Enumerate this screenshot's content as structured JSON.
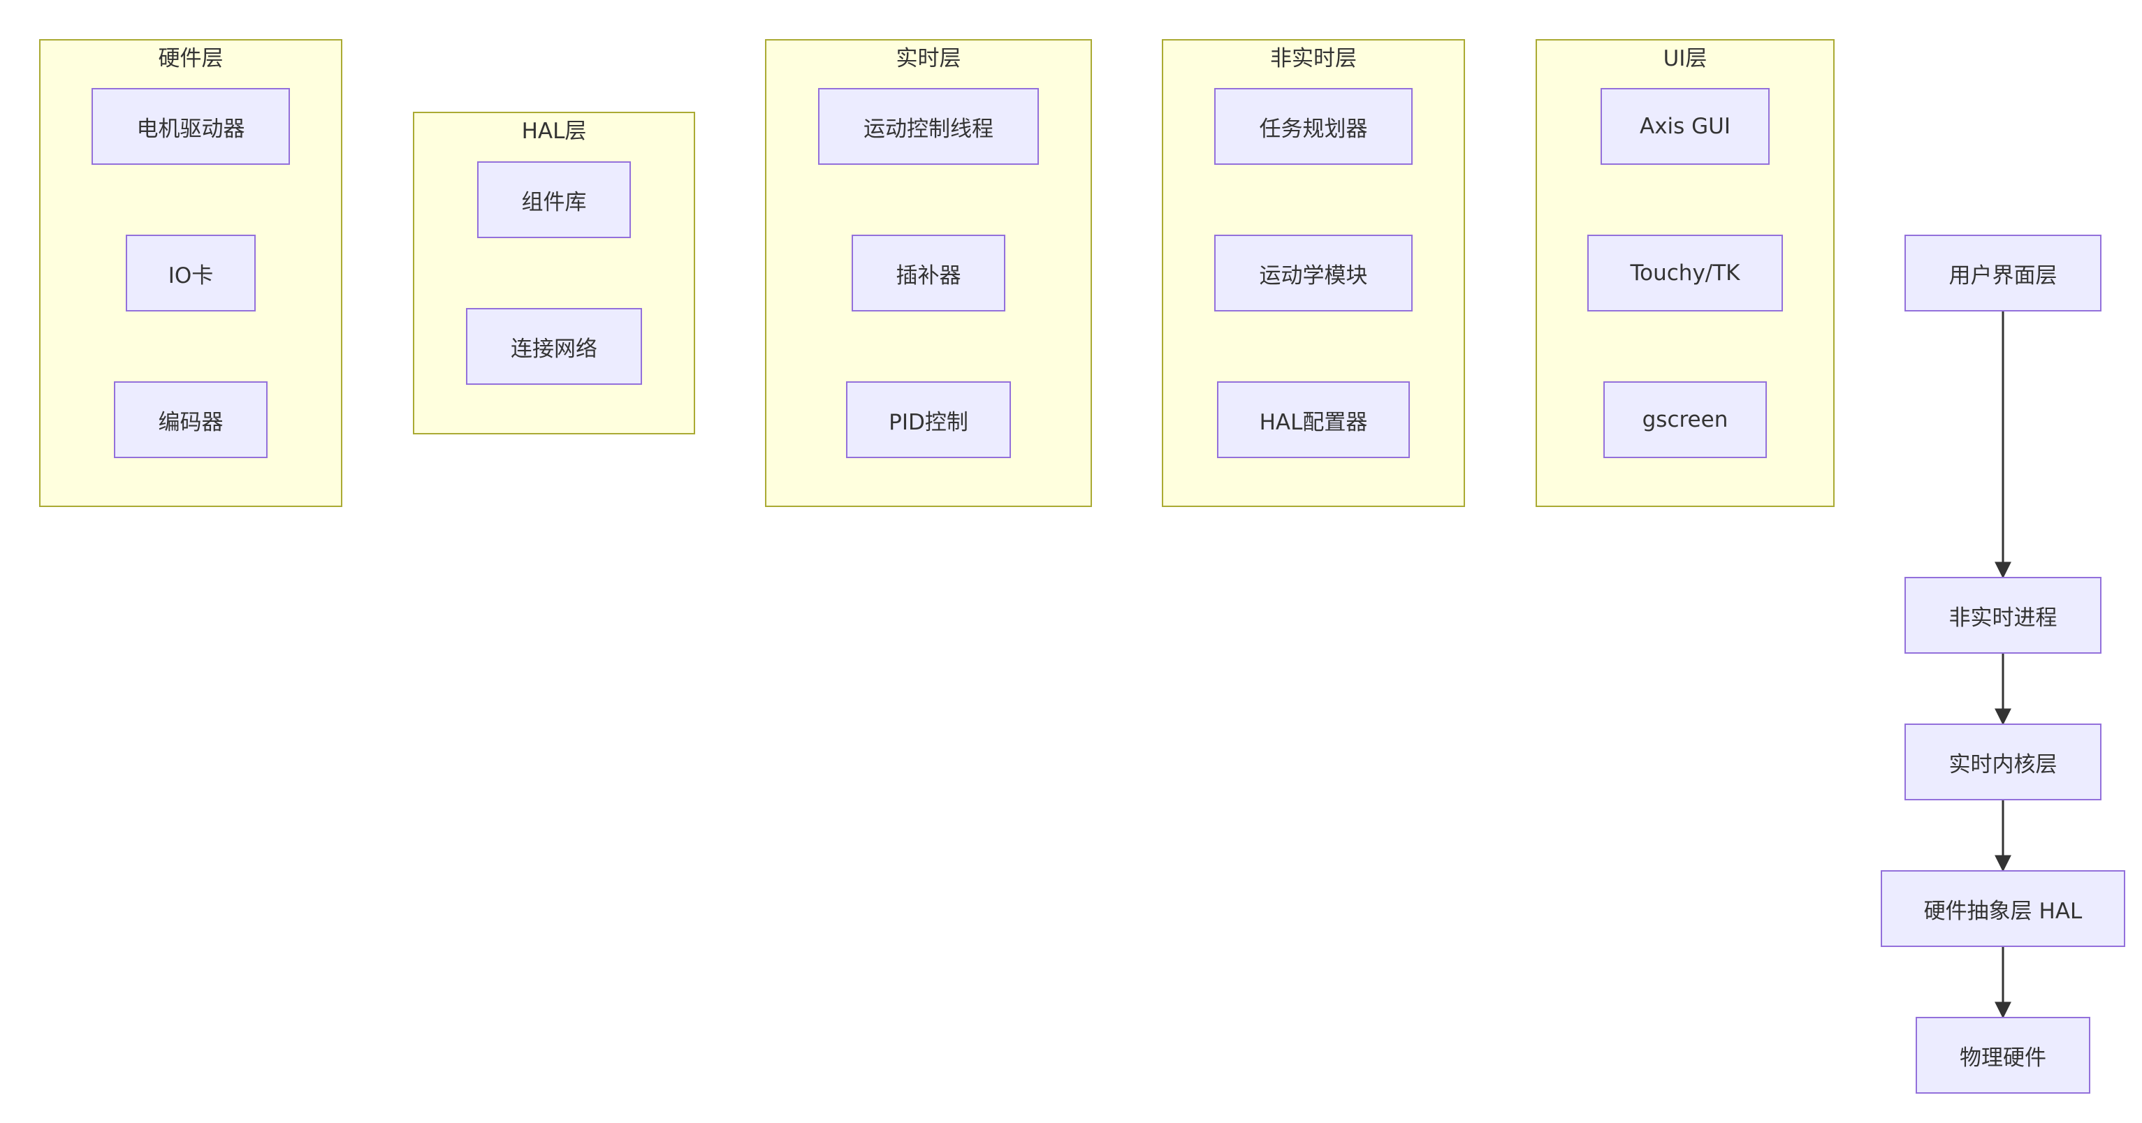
{
  "subgraphs": {
    "hardware": {
      "title": "硬件层",
      "nodes": [
        "电机驱动器",
        "IO卡",
        "编码器"
      ]
    },
    "hal": {
      "title": "HAL层",
      "nodes": [
        "组件库",
        "连接网络"
      ]
    },
    "realtime": {
      "title": "实时层",
      "nodes": [
        "运动控制线程",
        "插补器",
        "PID控制"
      ]
    },
    "nonrealtime": {
      "title": "非实时层",
      "nodes": [
        "任务规划器",
        "运动学模块",
        "HAL配置器"
      ]
    },
    "ui": {
      "title": "UI层",
      "nodes": [
        "Axis GUI",
        "Touchy/TK",
        "gscreen"
      ]
    }
  },
  "flow": {
    "nodes": [
      "用户界面层",
      "非实时进程",
      "实时内核层",
      "硬件抽象层 HAL",
      "物理硬件"
    ],
    "edges": [
      {
        "from": "用户界面层",
        "to": "非实时进程"
      },
      {
        "from": "非实时进程",
        "to": "实时内核层"
      },
      {
        "from": "实时内核层",
        "to": "硬件抽象层 HAL"
      },
      {
        "from": "硬件抽象层 HAL",
        "to": "物理硬件"
      }
    ]
  },
  "colors": {
    "cluster_fill": "#ffffde",
    "cluster_stroke": "#aaaa33",
    "node_fill": "#ececff",
    "node_stroke": "#9370db",
    "edge": "#333333"
  }
}
